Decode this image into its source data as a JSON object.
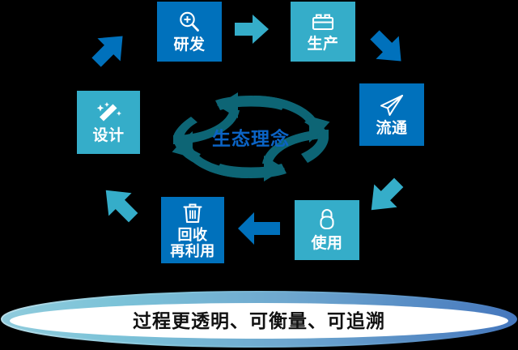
{
  "diagram": {
    "title": "生态理念",
    "center": {
      "label": "生态理念",
      "icon": "circular-arrows-icon",
      "color": "#0b63c4",
      "ring_color": "#0d6575"
    },
    "nodes": [
      {
        "id": "rd",
        "label": "研发",
        "icon": "magnifier-plus-icon",
        "color": "#0071bc"
      },
      {
        "id": "production",
        "label": "生产",
        "icon": "factory-icon",
        "color": "#35adc9"
      },
      {
        "id": "distribution",
        "label": "流通",
        "icon": "paper-plane-icon",
        "color": "#0071bc"
      },
      {
        "id": "use",
        "label": "使用",
        "icon": "lock-icon",
        "color": "#35adc9"
      },
      {
        "id": "recycle",
        "label": "回收\n再利用",
        "icon": "trash-can-icon",
        "color": "#0071bc"
      },
      {
        "id": "design",
        "label": "设计",
        "icon": "magic-wand-icon",
        "color": "#35adc9"
      }
    ],
    "arrows": [
      {
        "id": "design-to-rd",
        "direction": "up-right",
        "color": "#0071bc"
      },
      {
        "id": "rd-to-production",
        "direction": "right",
        "color": "#35adc9"
      },
      {
        "id": "production-to-distribution",
        "direction": "down-right",
        "color": "#0071bc"
      },
      {
        "id": "distribution-to-use",
        "direction": "down-left",
        "color": "#35adc9"
      },
      {
        "id": "use-to-recycle",
        "direction": "left",
        "color": "#0071bc"
      },
      {
        "id": "recycle-to-design",
        "direction": "up-left",
        "color": "#35adc9"
      }
    ]
  },
  "banner": {
    "text": "过程更透明、可衡量、可追溯",
    "gradient_start": "#7cc3d8",
    "gradient_end": "#4a7ec0",
    "fill": "#ffffff"
  }
}
